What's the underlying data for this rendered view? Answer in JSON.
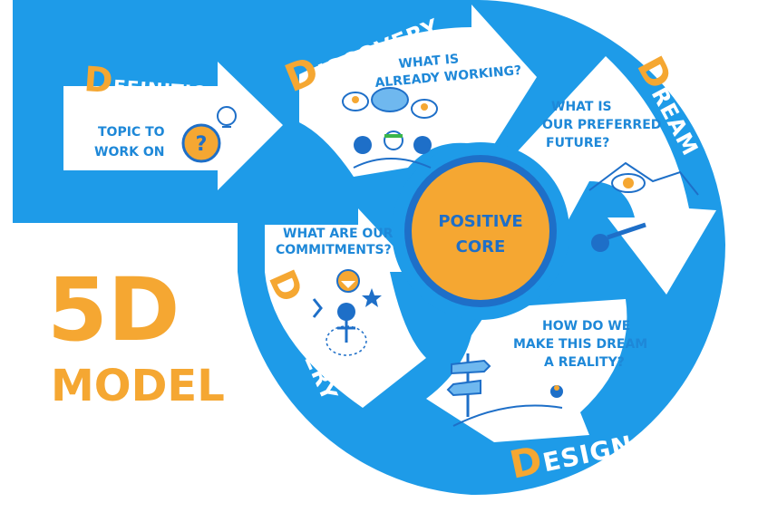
{
  "colors": {
    "blue": "#1e9be8",
    "dark_blue": "#1e6fc8",
    "orange": "#f5a732",
    "white": "#ffffff"
  },
  "title": {
    "line1": "5D",
    "line2": "MODEL"
  },
  "core": {
    "line1": "POSITIVE",
    "line2": "CORE"
  },
  "phases": {
    "definition": {
      "initial": "D",
      "rest": "EFINITION",
      "q1": "TOPIC TO",
      "q2": "WORK ON",
      "icon": "question-lightbulb-icon"
    },
    "discovery": {
      "initial": "D",
      "rest": "ISCOVERY",
      "q1": "WHAT IS",
      "q2": "ALREADY WORKING?",
      "icon": "people-talking-icon"
    },
    "dream": {
      "initial": "D",
      "rest": "REAM",
      "q1": "WHAT IS",
      "q2": "OUR PREFERRED",
      "q3": "FUTURE?",
      "icon": "eye-telescope-icon"
    },
    "design": {
      "initial": "D",
      "rest": "ESIGN",
      "q1": "HOW DO WE",
      "q2": "MAKE THIS DREAM",
      "q3": "A REALITY?",
      "icon": "signpost-path-icon"
    },
    "delivery": {
      "initial": "D",
      "rest": "ELIVERY",
      "q1": "WHAT ARE OUR",
      "q2": "COMMITMENTS?",
      "icon": "person-diamond-star-icon"
    }
  }
}
